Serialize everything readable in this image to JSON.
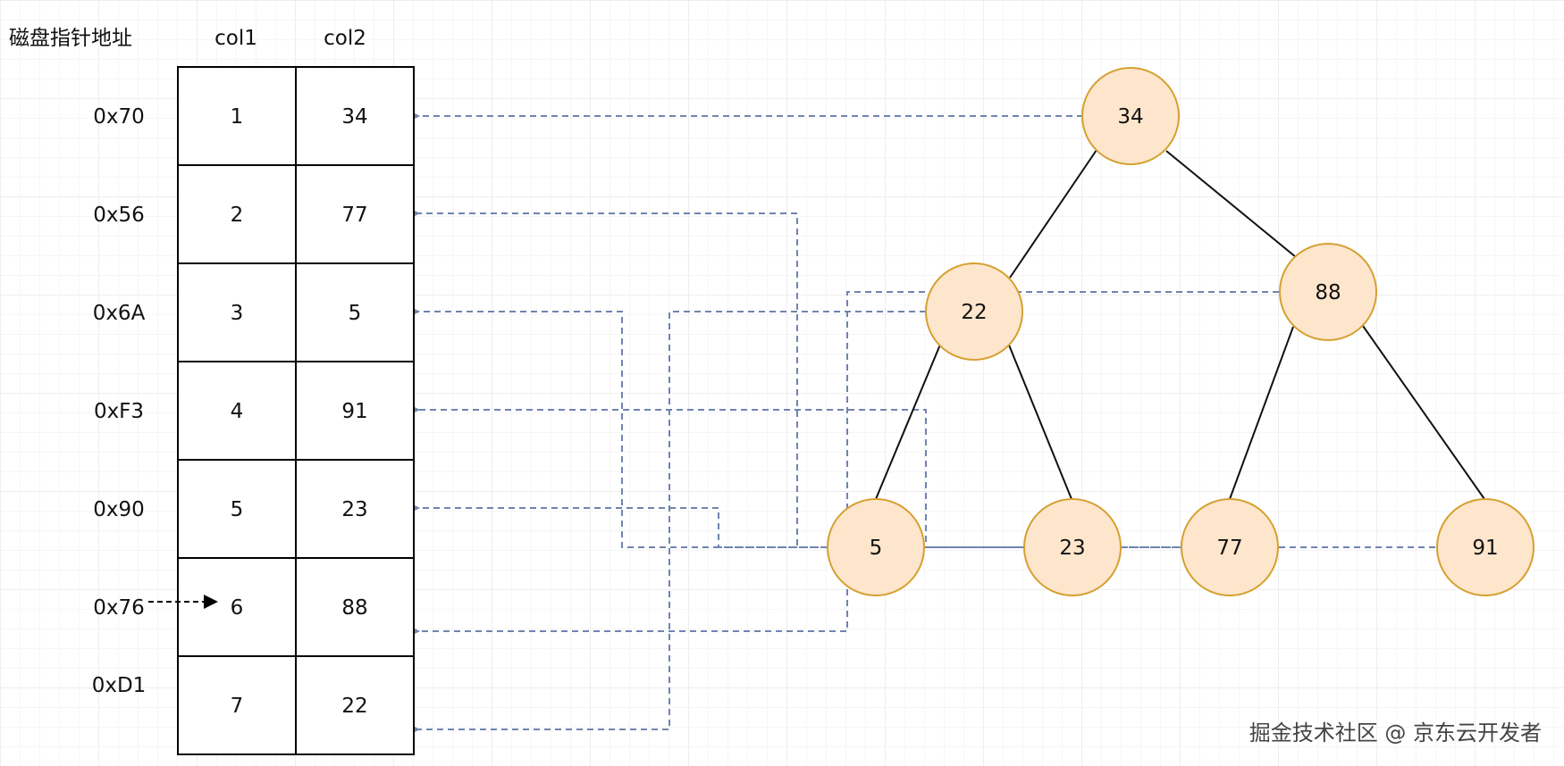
{
  "header": {
    "address_title": "磁盘指针地址",
    "col1_label": "col1",
    "col2_label": "col2"
  },
  "table": {
    "rows": [
      {
        "address": "0x70",
        "col1": "1",
        "col2": "34"
      },
      {
        "address": "0x56",
        "col1": "2",
        "col2": "77"
      },
      {
        "address": "0x6A",
        "col1": "3",
        "col2": "5"
      },
      {
        "address": "0xF3",
        "col1": "4",
        "col2": "91"
      },
      {
        "address": "0x90",
        "col1": "5",
        "col2": "23"
      },
      {
        "address": "0x76",
        "col1": "6",
        "col2": "88"
      },
      {
        "address": "0xD1",
        "col1": "7",
        "col2": "22"
      }
    ]
  },
  "tree": {
    "nodes": [
      {
        "id": "n34",
        "label": "34"
      },
      {
        "id": "n22",
        "label": "22"
      },
      {
        "id": "n88",
        "label": "88"
      },
      {
        "id": "n5",
        "label": "5"
      },
      {
        "id": "n23",
        "label": "23"
      },
      {
        "id": "n77",
        "label": "77"
      },
      {
        "id": "n91",
        "label": "91"
      }
    ]
  },
  "watermark": {
    "text": "掘金技术社区 @ 京东云开发者"
  },
  "colors": {
    "grid": "#e4e4e4",
    "node_fill": "#fde6cc",
    "node_stroke": "#d6a030",
    "pointer": "#6f84b0",
    "edge": "#111111"
  }
}
